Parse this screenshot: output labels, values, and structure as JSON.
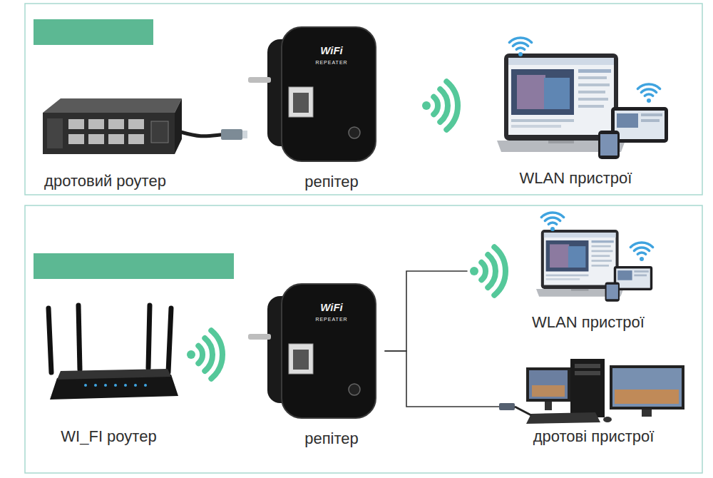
{
  "diagram": {
    "nodes": [
      {
        "text": [
          "дротовий роутер"
        ]
      },
      {
        "text": [
          "репітер"
        ]
      },
      {
        "text": [
          "WLAN пристрої"
        ]
      },
      {
        "text": [
          "WI_FI роутер"
        ]
      },
      {
        "text": [
          "репітер"
        ]
      },
      {
        "text": [
          "WLAN пристрої"
        ]
      },
      {
        "text": [
          "дротові пристрої"
        ]
      }
    ],
    "edges": [
      {
        "from": 0,
        "to": 1,
        "arrow": "none"
      },
      {
        "from": 4,
        "to": 5,
        "arrow": "none"
      },
      {
        "from": 4,
        "to": 6,
        "arrow": "none"
      }
    ],
    "labels": [
      "WiFi",
      "REPEATER",
      "WiFi",
      "REPEATER"
    ]
  }
}
